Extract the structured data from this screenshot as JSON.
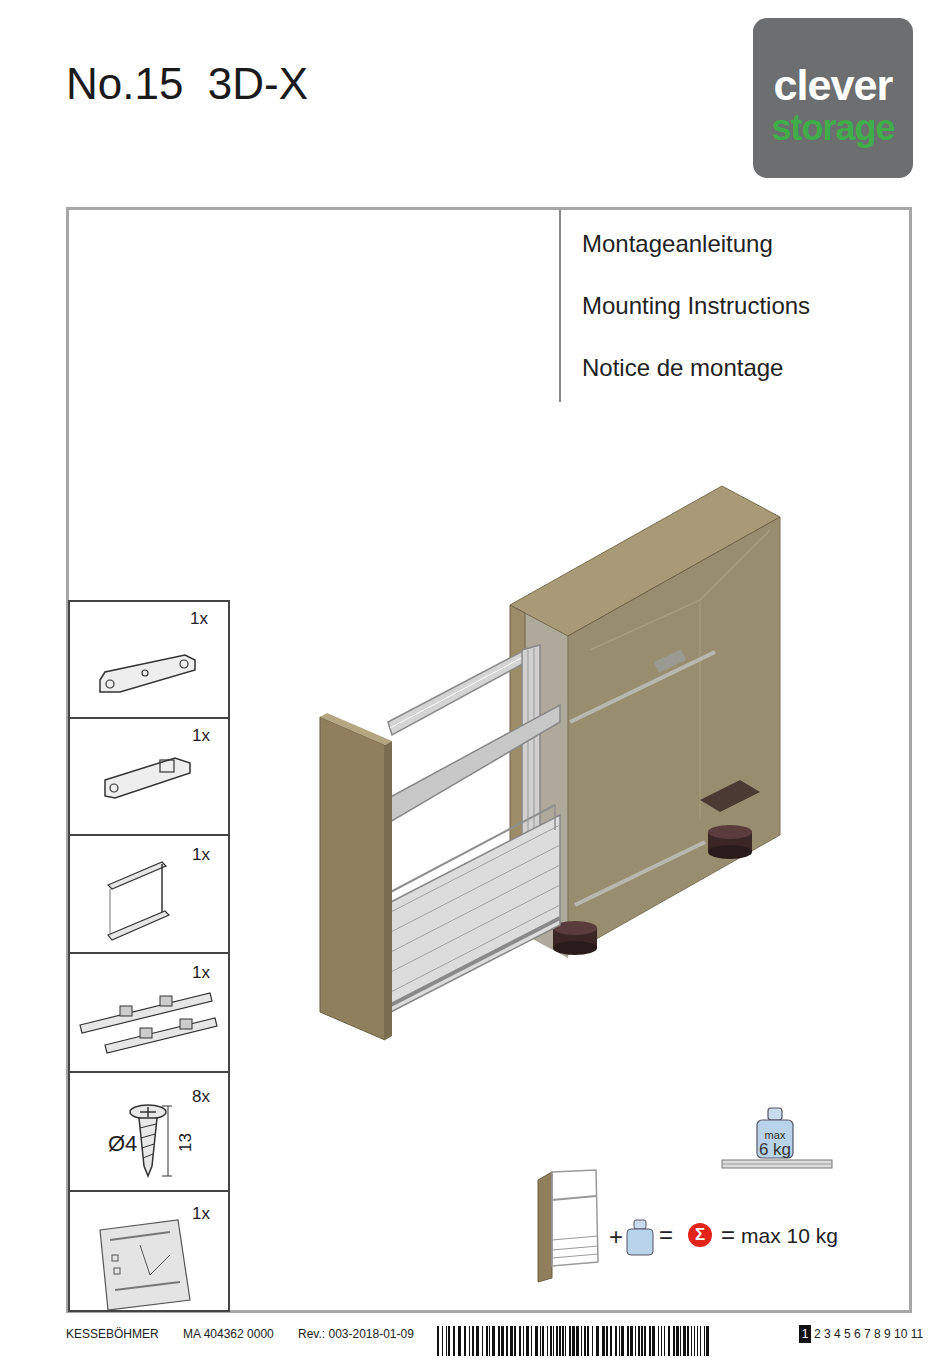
{
  "diagram": {
    "title": "No.15  3D-X",
    "nodes": [
      {
        "text": [
          "clever",
          "storage"
        ]
      },
      {
        "text": [
          "Montageanleitung",
          "Mounting Instructions",
          "Notice de montage"
        ]
      },
      {
        "text": [
          "1x"
        ],
        "in": 1
      },
      {
        "text": [
          "1x"
        ],
        "in": 1
      },
      {
        "text": [
          "1x"
        ],
        "in": 1
      },
      {
        "text": [
          "1x"
        ],
        "in": 1
      },
      {
        "text": [
          "8x",
          "Ø4",
          "13"
        ],
        "in": 1
      },
      {
        "text": [
          "1x"
        ],
        "in": 1
      }
    ],
    "labels": [
      "max",
      "6 kg",
      "+",
      "=",
      "Σ",
      "=",
      "max 10 kg",
      "KESSEBÖHMER",
      "MA 404362 0000",
      "Rev.: 003-2018-01-09",
      "1",
      "2 3 4 5 6 7 8 9 10 11"
    ]
  }
}
